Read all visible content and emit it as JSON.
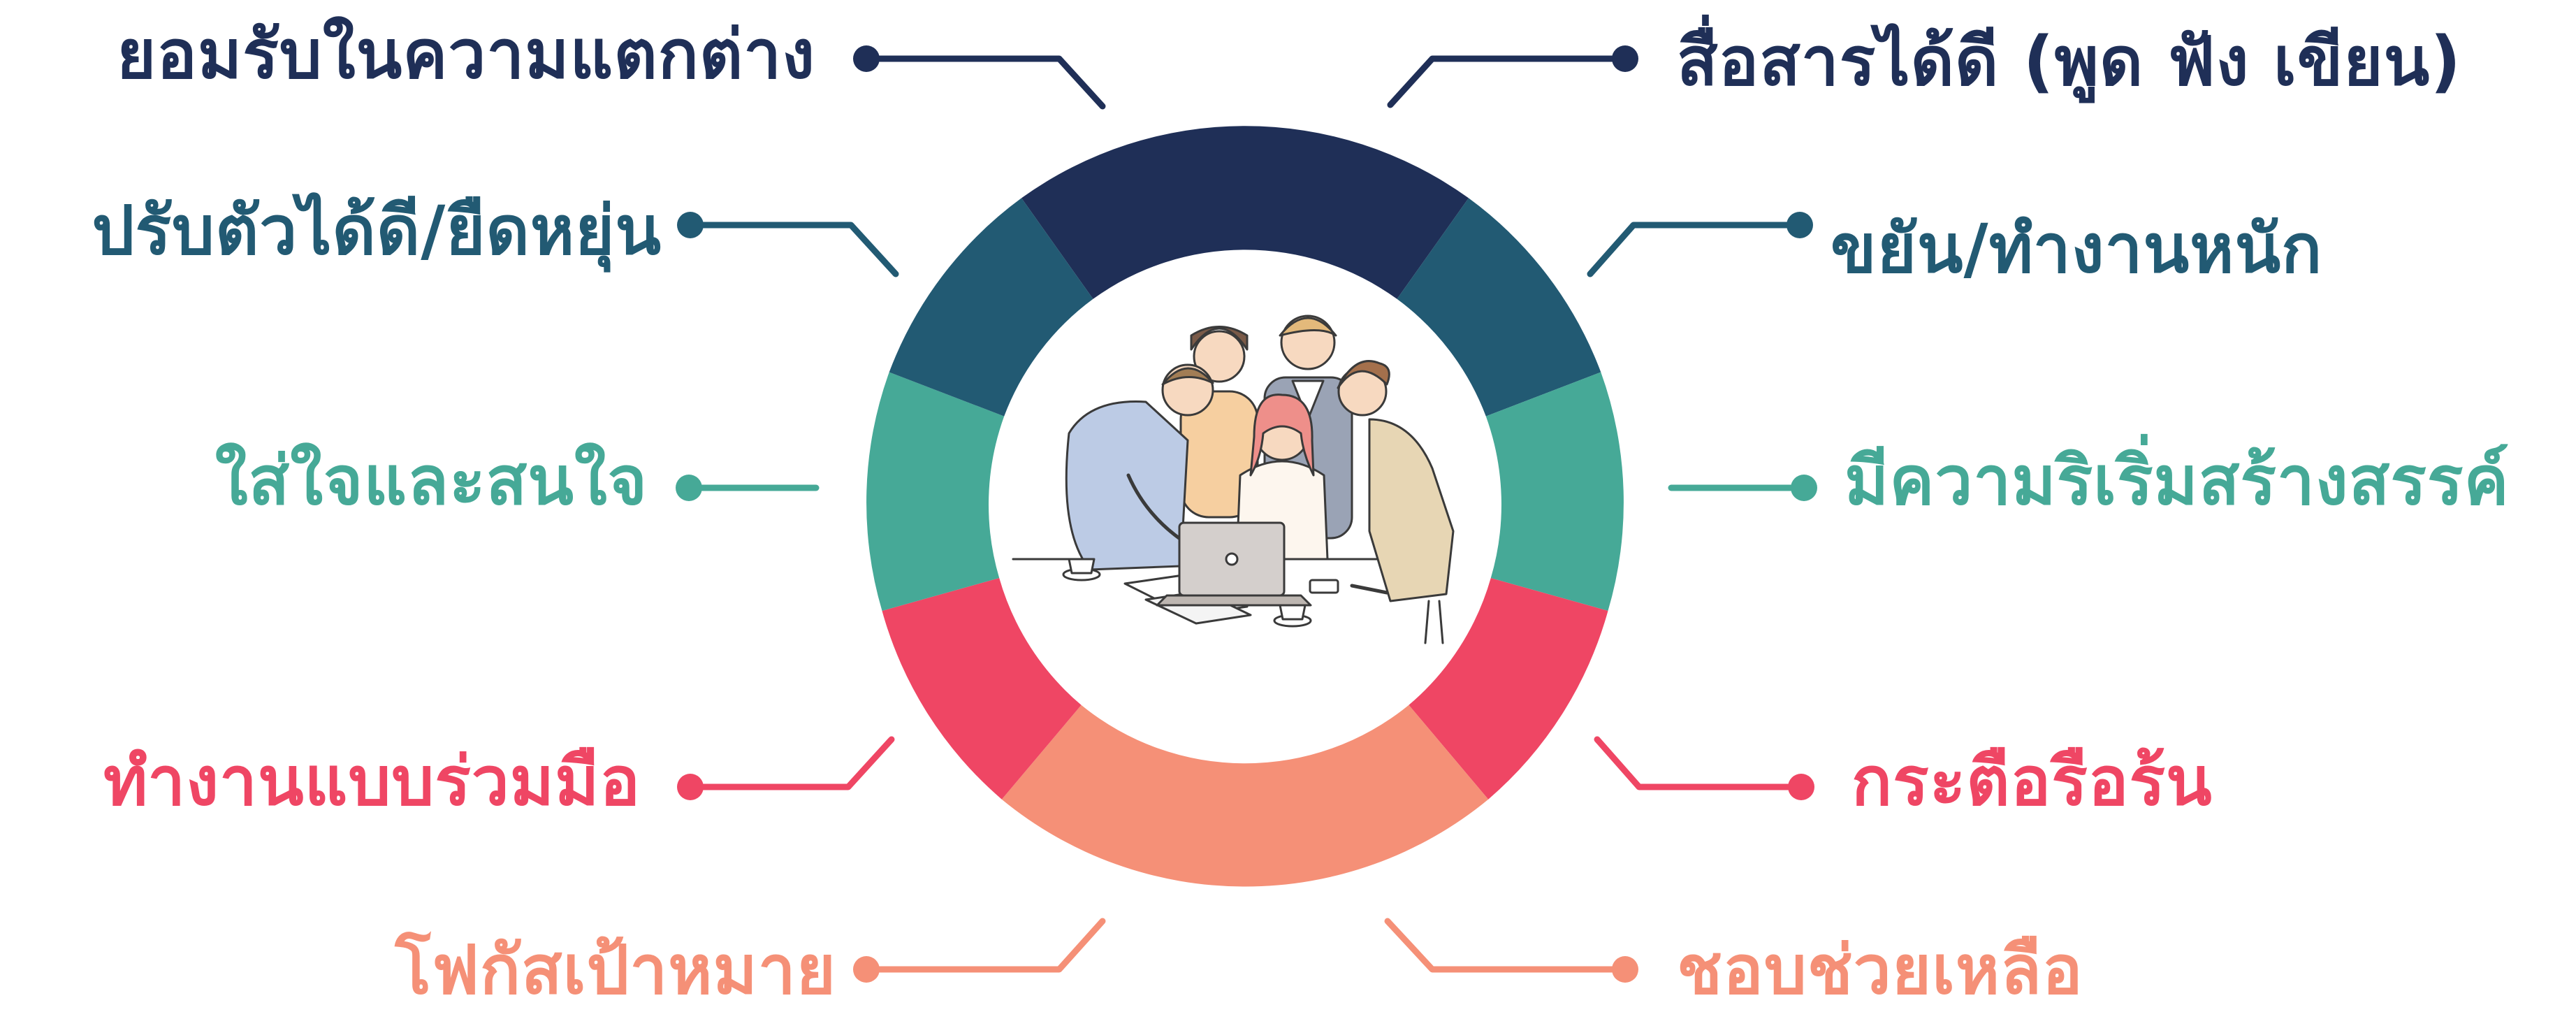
{
  "colors": {
    "navy": "#1f2f57",
    "teal_dark": "#225a73",
    "teal": "#46a997",
    "red": "#ef4664",
    "salmon": "#f59077"
  },
  "traits": [
    {
      "id": "accept-differences",
      "text": "ยอมรับในความแตกต่าง",
      "color": "#1f2f57"
    },
    {
      "id": "communicate-well",
      "text": "สื่อสารได้ดี (พูด ฟัง เขียน)",
      "color": "#1f2f57"
    },
    {
      "id": "adaptable-flexible",
      "text": "ปรับตัวได้ดี/ยืดหยุ่น",
      "color": "#225a73"
    },
    {
      "id": "diligent-hardworking",
      "text": "ขยัน/ทำงานหนัก",
      "color": "#225a73"
    },
    {
      "id": "attentive-interested",
      "text": "ใส่ใจและสนใจ",
      "color": "#46a997"
    },
    {
      "id": "creative-initiative",
      "text": "มีความริเริ่มสร้างสรรค์",
      "color": "#46a997"
    },
    {
      "id": "collaborative",
      "text": "ทำงานแบบร่วมมือ",
      "color": "#ef4664"
    },
    {
      "id": "enthusiastic",
      "text": "กระตือรือร้น",
      "color": "#ef4664"
    },
    {
      "id": "goal-focused",
      "text": "โฟกัสเป้าหมาย",
      "color": "#f59077"
    },
    {
      "id": "helpful",
      "text": "ชอบช่วยเหลือ",
      "color": "#f59077"
    }
  ],
  "illustration": {
    "icon": "team-meeting-illustration"
  }
}
